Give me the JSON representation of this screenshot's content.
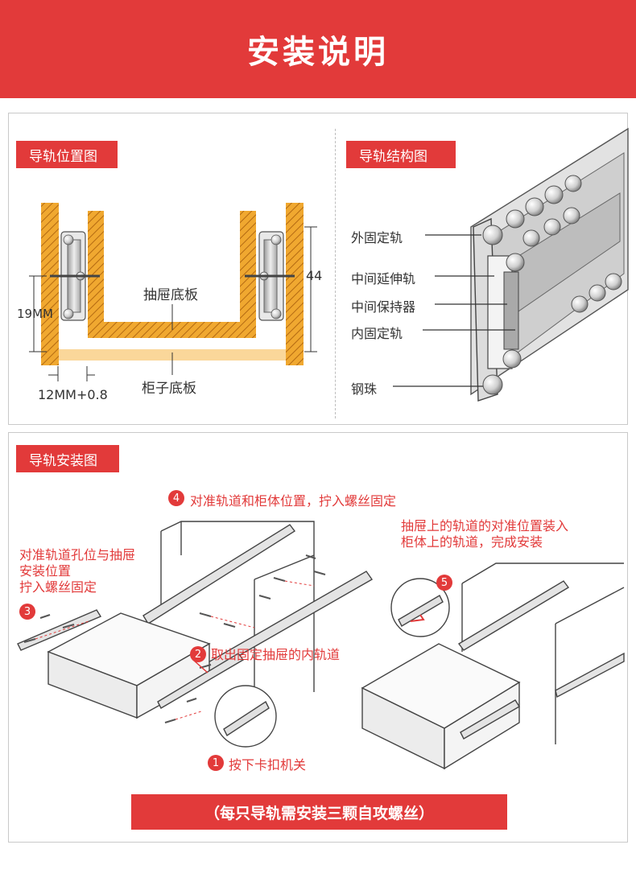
{
  "header": {
    "title": "安装说明"
  },
  "position_panel": {
    "tag": "导轨位置图",
    "labels": {
      "drawer_bottom": "抽屉底板",
      "cabinet_bottom": "柜子底板",
      "dim_left": "19MM",
      "dim_right": "44",
      "dim_bottom": "12MM+0.8"
    }
  },
  "structure_panel": {
    "tag": "导轨结构图",
    "labels": [
      "外固定轨",
      "中间延伸轨",
      "中间保持器",
      "内固定轨",
      "钢珠"
    ]
  },
  "install_panel": {
    "tag": "导轨安装图",
    "left_note": "对准轨道孔位与抽屉\n安装位置\n拧入螺丝固定",
    "right_note": "抽屉上的轨道的对准位置装入\n柜体上的轨道，完成安装",
    "steps": [
      {
        "num": "1",
        "text": "按下卡扣机关"
      },
      {
        "num": "2",
        "text": "取出固定抽屉的内轨道"
      },
      {
        "num": "3",
        "text": ""
      },
      {
        "num": "4",
        "text": "对准轨道和柜体位置，拧入螺丝固定"
      },
      {
        "num": "5",
        "text": ""
      }
    ],
    "footer": "（每只导轨需安装三颗自攻螺丝）"
  },
  "colors": {
    "accent": "#e23a3a",
    "wood": "#f0a830",
    "wood_light": "#fad79a",
    "metal": "#c8c8c8"
  }
}
